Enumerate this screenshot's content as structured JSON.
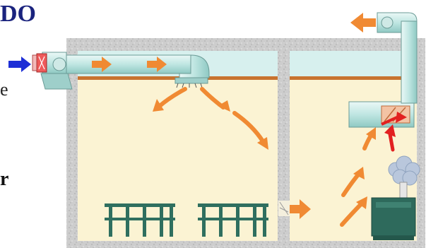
{
  "text_fragments": {
    "title": "DO",
    "left_middle": "e",
    "left_lower": "r"
  },
  "colors": {
    "background": "#ffffff",
    "wall": "#c9c9c9",
    "room_fill": "#fbf3d3",
    "ceiling_void": "#d7f0ee",
    "duct": "#bfe6e2",
    "ceiling_line": "#c8732f",
    "airflow_arrow": "#f08a33",
    "heat_arrow": "#e22020",
    "intake_arrow": "#1e2fd6",
    "furniture": "#2f6f5f",
    "machine": "#2e6a5c",
    "steam": "#b9c7dc",
    "title_color": "#1a237e"
  },
  "icons": {
    "intake": "blue-arrow-icon",
    "fan": "fan-unit-icon",
    "exhaust": "exhaust-arrow-icon"
  }
}
